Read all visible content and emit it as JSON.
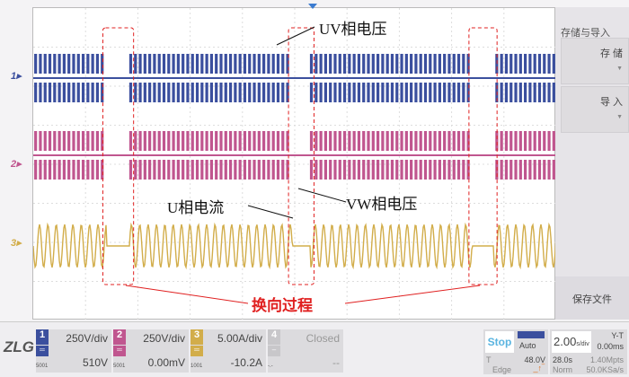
{
  "channels": [
    {
      "num": "1",
      "label": "1",
      "scale": "250V/div",
      "offset": "510V",
      "bw": "5001",
      "color": "#3b4f9e"
    },
    {
      "num": "2",
      "label": "2",
      "scale": "250V/div",
      "offset": "0.00mV",
      "bw": "5001",
      "color": "#c0568f"
    },
    {
      "num": "3",
      "label": "3",
      "scale": "5.00A/div",
      "offset": "-10.2A",
      "bw": "1001",
      "color": "#d2ad4a"
    },
    {
      "num": "4",
      "label": "",
      "scale": "Closed",
      "offset": "--",
      "bw": "-.-",
      "color": "#c8c7ca"
    }
  ],
  "side_menu": {
    "title": "存储与导入",
    "store": "存 储",
    "import": "导 入",
    "save_file": "保存文件"
  },
  "logo": "ZLG",
  "trigger": {
    "state": "Stop",
    "mode": "Auto",
    "source": "T",
    "level": "48.0V",
    "type": "Edge"
  },
  "timebase": {
    "scale": "2.00",
    "unit": "s/div",
    "mode": "Y-T",
    "delay": "0.00ms",
    "length": "28.0s",
    "points": "1.40Mpts",
    "acq": "Norm",
    "rate": "50.0KSa/s"
  },
  "annotations": {
    "uv": "UV相电压",
    "vw": "VW相电压",
    "u_current": "U相电流",
    "commutation": "换向过程"
  },
  "waveform": {
    "duration_s": 20,
    "commutation_intervals_s": [
      [
        2.8,
        3.7
      ],
      [
        9.9,
        10.6
      ],
      [
        16.8,
        17.6
      ]
    ]
  }
}
